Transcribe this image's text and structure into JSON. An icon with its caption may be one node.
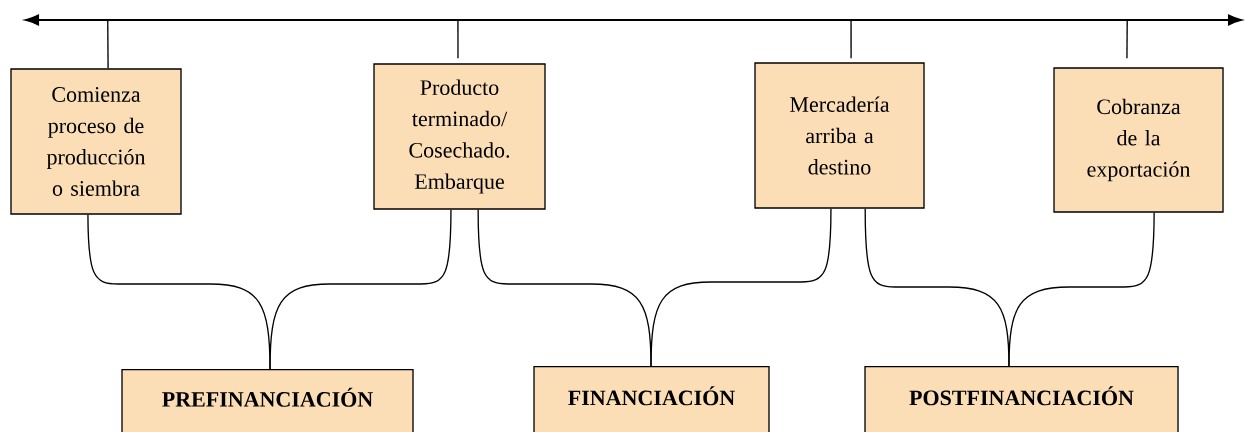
{
  "diagram": {
    "nodes": [
      {
        "text": [],
        "shape": "bar"
      },
      {
        "text": [
          "Comienza proceso de producción o siembra"
        ]
      },
      {
        "text": [
          "Producto terminado/ Cosechado. Embarque"
        ]
      },
      {
        "text": [
          "Mercadería arriba a destino"
        ]
      },
      {
        "text": [
          "Cobranza de la exportación"
        ]
      },
      {
        "text": [
          "PREFINANCIACIÓN"
        ]
      },
      {
        "text": [
          "FINANCIACIÓN"
        ]
      },
      {
        "text": [
          "POSTFINANCIACIÓN"
        ]
      }
    ],
    "edges": [
      {
        "from": 0,
        "to": 1,
        "arrow": "none"
      },
      {
        "from": 0,
        "to": 2,
        "arrow": "none"
      },
      {
        "from": 0,
        "to": 3,
        "arrow": "none"
      },
      {
        "from": 0,
        "to": 4,
        "arrow": "none"
      },
      {
        "from": 1,
        "to": 5,
        "arrow": "none"
      },
      {
        "from": 2,
        "to": 5,
        "arrow": "none"
      },
      {
        "from": 2,
        "to": 6,
        "arrow": "none"
      },
      {
        "from": 3,
        "to": 6,
        "arrow": "none"
      },
      {
        "from": 3,
        "to": 7,
        "arrow": "none"
      },
      {
        "from": 4,
        "to": 7,
        "arrow": "none"
      }
    ]
  }
}
